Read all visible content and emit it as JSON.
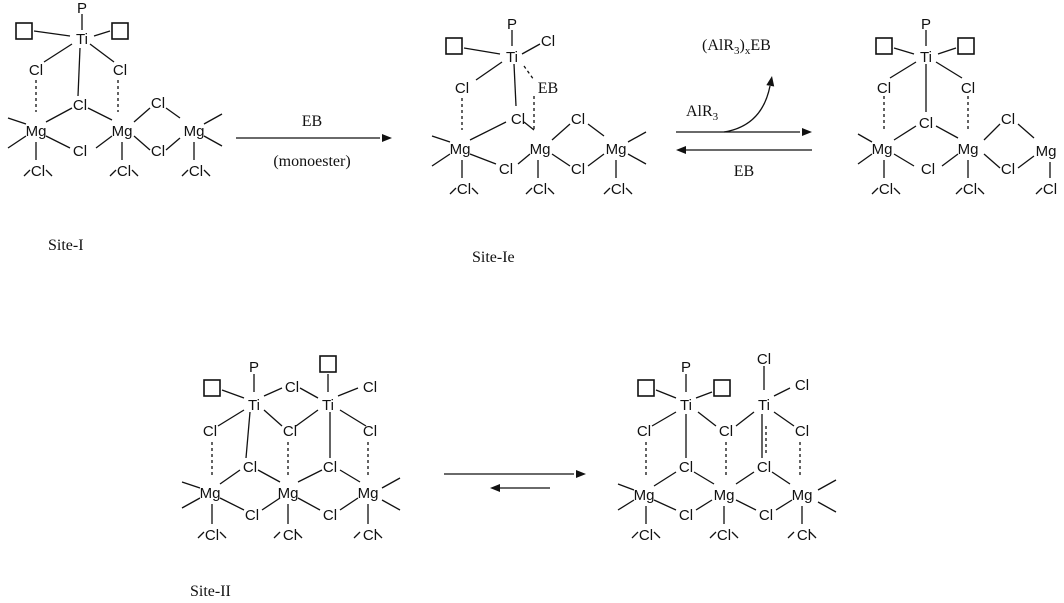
{
  "atoms": {
    "ti": "Ti",
    "mg": "Mg",
    "cl": "Cl",
    "p": "P",
    "eb": "EB"
  },
  "reagents": {
    "eb": "EB",
    "monoester": "(monoester)",
    "alr3": "AlR",
    "alr3_sub": "3",
    "complex_open": "(AlR",
    "complex_sub3": "3",
    "complex_close": ")",
    "complex_subx": "x",
    "complex_eb": "EB",
    "eb_back": "EB"
  },
  "captions": {
    "site1": "Site-I",
    "site1e": "Site-Ie",
    "site2": "Site-II"
  }
}
